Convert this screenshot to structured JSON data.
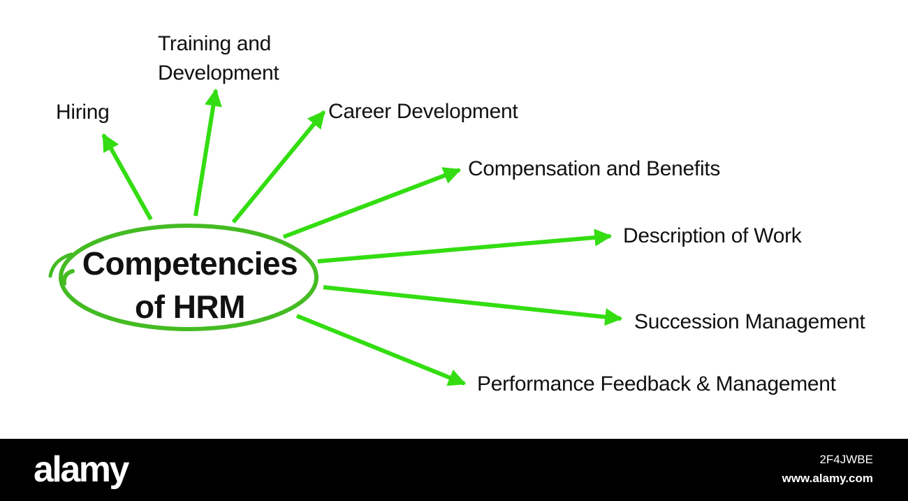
{
  "center": {
    "line1": "Competencies",
    "line2": "of HRM"
  },
  "branches": [
    {
      "line1": "Hiring",
      "line2": ""
    },
    {
      "line1": "Training and",
      "line2": "Development"
    },
    {
      "line1": "Career Development",
      "line2": ""
    },
    {
      "line1": "Compensation and Benefits",
      "line2": ""
    },
    {
      "line1": "Description of Work",
      "line2": ""
    },
    {
      "line1": "Succession Management",
      "line2": ""
    },
    {
      "line1": "Performance Feedback & Management",
      "line2": ""
    }
  ],
  "footer": {
    "brand": "alamy",
    "image_id": "2F4JWBE",
    "site": "www.alamy.com"
  },
  "colors": {
    "arrow": "#33dd11",
    "ellipse": "#44bb22",
    "text": "#111111",
    "footer_bg": "#000000",
    "footer_text": "#ffffff"
  }
}
